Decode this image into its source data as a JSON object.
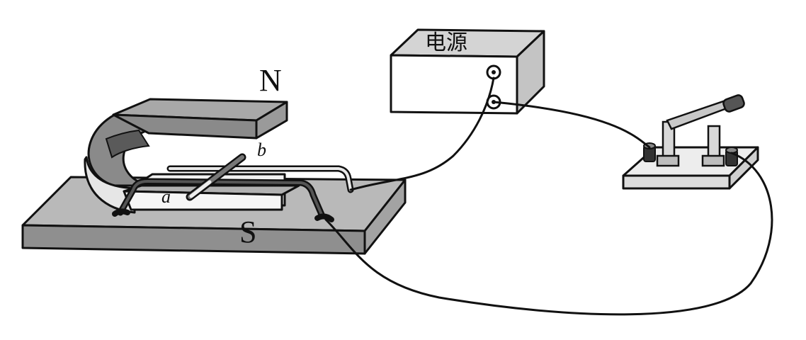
{
  "labels": {
    "north_pole": "N",
    "south_pole": "S",
    "end_a": "a",
    "end_b": "b",
    "power_supply": "电源"
  },
  "colors": {
    "line": "#111111",
    "base_face": "#b9b9b9",
    "base_side": "#8f8f8f",
    "magnet_top": "#a8a8a8",
    "magnet_side": "#8a8a8a",
    "magnet_light": "#e6e6e6",
    "box_face": "#ffffff",
    "box_side": "#d4d4d4",
    "switch_base": "#ededed"
  }
}
